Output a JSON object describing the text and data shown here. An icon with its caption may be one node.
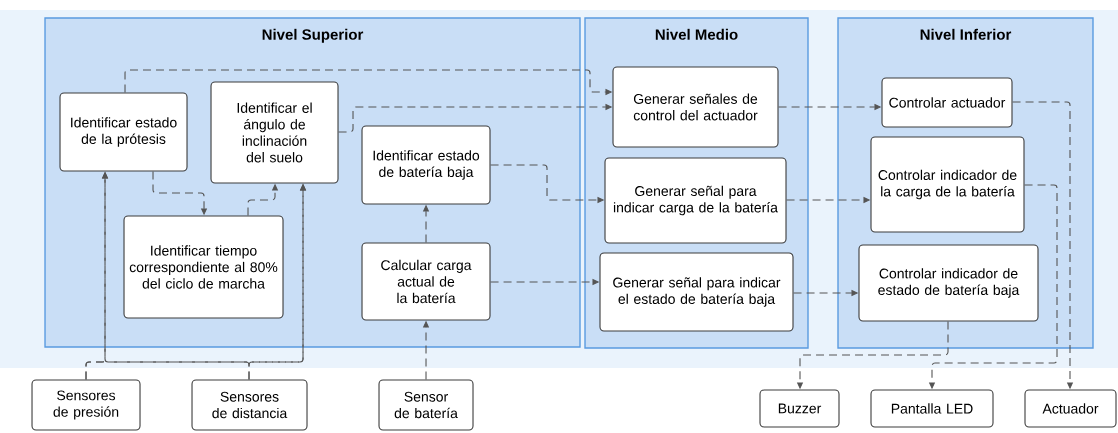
{
  "diagram": {
    "nodes": [
      {
        "text": [
          "Nivel Superior"
        ]
      },
      {
        "text": [
          "Identificar estado de la prótesis"
        ],
        "in": 0
      },
      {
        "text": [
          "Identificar el ángulo de inclinación del suelo"
        ],
        "in": 0
      },
      {
        "text": [
          "Identificar tiempo correspondiente al 80% del ciclo de marcha"
        ],
        "in": 0
      },
      {
        "text": [
          "Identificar estado de batería baja"
        ],
        "in": 0
      },
      {
        "text": [
          "Calcular carga actual de la batería"
        ],
        "in": 0
      },
      {
        "text": [
          "Nivel Medio"
        ]
      },
      {
        "text": [
          "Generar señales de control del actuador"
        ],
        "in": 6
      },
      {
        "text": [
          "Generar señal para indicar carga de la batería"
        ],
        "in": 6
      },
      {
        "text": [
          "Generar señal para indicar el estado de batería baja"
        ],
        "in": 6
      },
      {
        "text": [
          "Nivel Inferior"
        ]
      },
      {
        "text": [
          "Controlar actuador"
        ],
        "in": 10
      },
      {
        "text": [
          "Controlar indicador de la carga de la batería"
        ],
        "in": 10
      },
      {
        "text": [
          "Controlar indicador de estado de batería baja"
        ],
        "in": 10
      },
      {
        "text": [
          "Sensores de presión"
        ]
      },
      {
        "text": [
          "Sensores de distancia"
        ]
      },
      {
        "text": [
          "Sensor de batería"
        ]
      },
      {
        "text": [
          "Buzzer"
        ]
      },
      {
        "text": [
          "Pantalla LED"
        ]
      },
      {
        "text": [
          "Actuador"
        ]
      }
    ],
    "edges": [
      {
        "from": 1,
        "to": 7,
        "arrow": "to",
        "style": "dashed"
      },
      {
        "from": 2,
        "to": 7,
        "arrow": "to",
        "style": "dashed"
      },
      {
        "from": 1,
        "to": 3,
        "arrow": "to",
        "style": "dashed"
      },
      {
        "from": 3,
        "to": 2,
        "arrow": "to",
        "style": "dashed"
      },
      {
        "from": 14,
        "to": 1,
        "arrow": "to",
        "style": "dashed"
      },
      {
        "from": 14,
        "to": 2,
        "arrow": "to",
        "style": "dashed"
      },
      {
        "from": 15,
        "to": 1,
        "arrow": "to",
        "style": "dashed"
      },
      {
        "from": 15,
        "to": 2,
        "arrow": "to",
        "style": "dashed"
      },
      {
        "from": 16,
        "to": 5,
        "arrow": "to",
        "style": "dashed"
      },
      {
        "from": 5,
        "to": 4,
        "arrow": "to",
        "style": "dashed"
      },
      {
        "from": 4,
        "to": 8,
        "arrow": "to",
        "style": "dashed"
      },
      {
        "from": 5,
        "to": 9,
        "arrow": "to",
        "style": "dashed"
      },
      {
        "from": 7,
        "to": 11,
        "arrow": "to",
        "style": "dashed"
      },
      {
        "from": 8,
        "to": 12,
        "arrow": "to",
        "style": "dashed"
      },
      {
        "from": 9,
        "to": 13,
        "arrow": "to",
        "style": "dashed"
      },
      {
        "from": 11,
        "to": 19,
        "arrow": "to",
        "style": "dashed"
      },
      {
        "from": 12,
        "to": 18,
        "arrow": "to",
        "style": "dashed"
      },
      {
        "from": 13,
        "to": 17,
        "arrow": "to",
        "style": "dashed"
      }
    ]
  }
}
